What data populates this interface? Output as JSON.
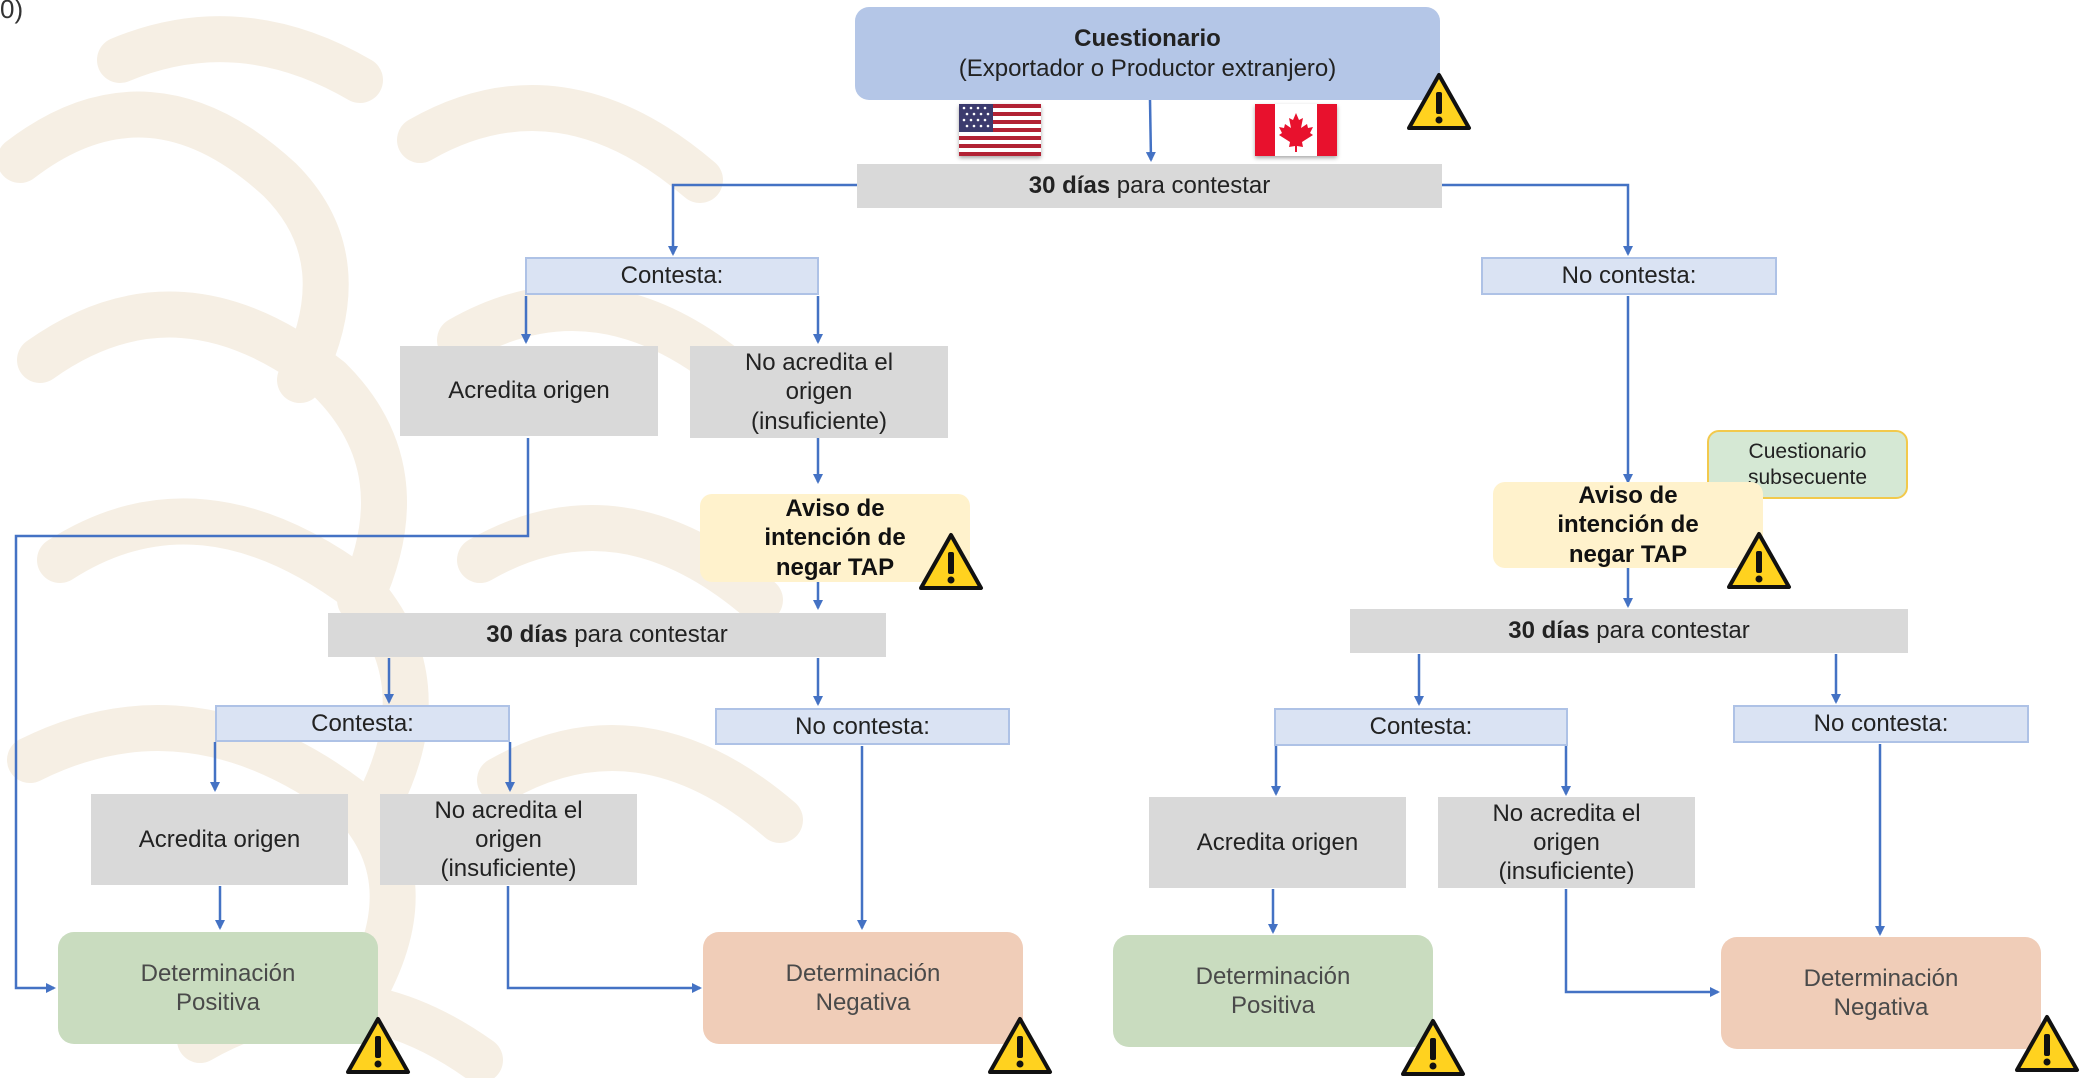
{
  "corner_text": "0)",
  "header": {
    "title": "Cuestionario",
    "subtitle": "(Exportador o Productor extranjero)"
  },
  "flags": {
    "usa": "united-states-flag",
    "canada": "canada-flag"
  },
  "deadline_bold": "30 días",
  "deadline_rest": " para contestar",
  "answers": "Contesta:",
  "no_answer": "No contesta:",
  "accredits": "Acredita origen",
  "not_accredits": [
    "No acredita el",
    "origen",
    "(insuficiente)"
  ],
  "notice": [
    "Aviso de",
    "intención de",
    "negar TAP"
  ],
  "subsequent": [
    "Cuestionario",
    "subsecuente"
  ],
  "positive": [
    "Determinación",
    "Positiva"
  ],
  "negative": [
    "Determinación",
    "Negativa"
  ],
  "colors": {
    "arrow": "#4472c4",
    "header": "#b4c6e7",
    "bar": "#d9d9d9",
    "label": "#dae3f3",
    "notice": "#fff2cc",
    "positive": "#c9dcbf",
    "negative": "#f0cdb8",
    "warning": "#ffd21f"
  },
  "icons": {
    "warning": "warning-icon"
  }
}
